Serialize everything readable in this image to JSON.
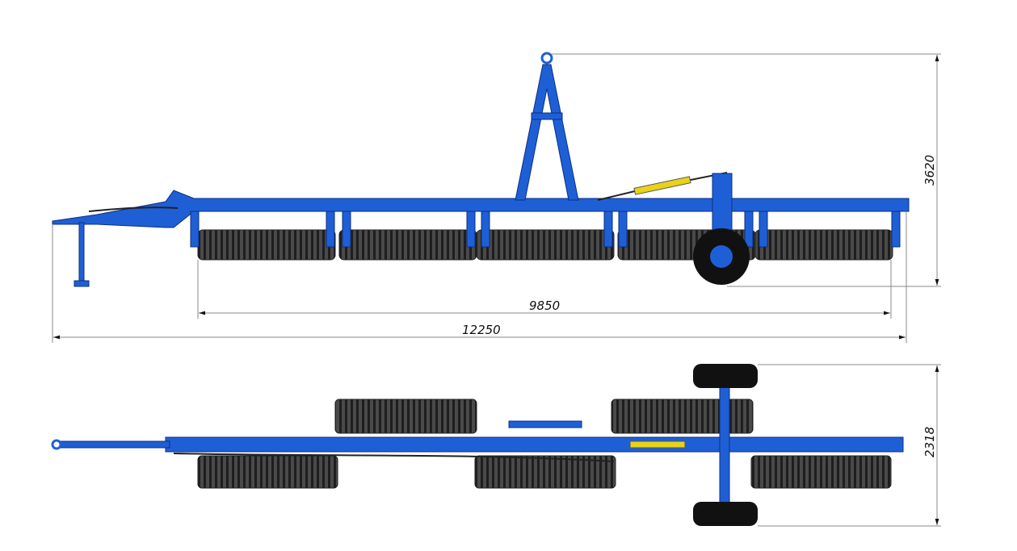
{
  "side_view": {
    "dim_height": "3620",
    "dim_working_width": "9850",
    "dim_total_length": "12250"
  },
  "top_view": {
    "dim_width": "2318"
  },
  "colors": {
    "frame": "#1f5fd6",
    "roller": "#3a3a3a",
    "cylinder": "#e8d21a",
    "tire": "#111111"
  }
}
